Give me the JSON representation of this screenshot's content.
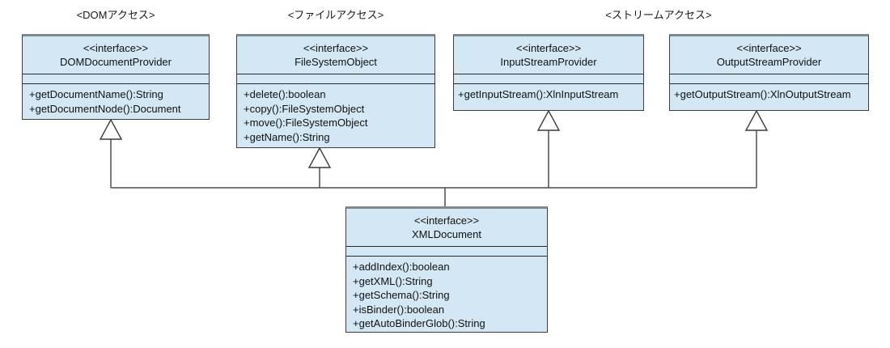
{
  "diagram": {
    "title": "XML access interfaces UML diagram",
    "colors": {
      "box_fill": "#d3e8f4",
      "box_border": "#3c3c3c",
      "box_border_top": "#7f8a90",
      "connector": "#4d4d4d",
      "background": "#ffffff"
    }
  },
  "group_labels": [
    {
      "text": "<DOMアクセス>"
    },
    {
      "text": "<ファイルアクセス>"
    },
    {
      "text": "<ストリームアクセス>"
    }
  ],
  "interfaces": [
    {
      "stereotype": "<<interface>>",
      "name": "DOMDocumentProvider",
      "methods": [
        "+getDocumentName():String",
        "+getDocumentNode():Document"
      ]
    },
    {
      "stereotype": "<<interface>>",
      "name": "FileSystemObject",
      "methods": [
        "+delete():boolean",
        "+copy():FileSystemObject",
        "+move():FileSystemObject",
        "+getName():String"
      ]
    },
    {
      "stereotype": "<<interface>>",
      "name": "InputStreamProvider",
      "methods": [
        "+getInputStream():XlnInputStream"
      ]
    },
    {
      "stereotype": "<<interface>>",
      "name": "OutputStreamProvider",
      "methods": [
        "+getOutputStream():XlnOutputStream"
      ]
    },
    {
      "stereotype": "<<interface>>",
      "name": "XMLDocument",
      "methods": [
        "+addIndex():boolean",
        "+getXML():String",
        "+getSchema():String",
        "+isBinder():boolean",
        "+getAutoBinderGlob():String"
      ]
    }
  ],
  "relations": [
    {
      "type": "generalization",
      "from": "XMLDocument",
      "to": "DOMDocumentProvider"
    },
    {
      "type": "generalization",
      "from": "XMLDocument",
      "to": "FileSystemObject"
    },
    {
      "type": "generalization",
      "from": "XMLDocument",
      "to": "InputStreamProvider"
    },
    {
      "type": "generalization",
      "from": "XMLDocument",
      "to": "OutputStreamProvider"
    }
  ]
}
